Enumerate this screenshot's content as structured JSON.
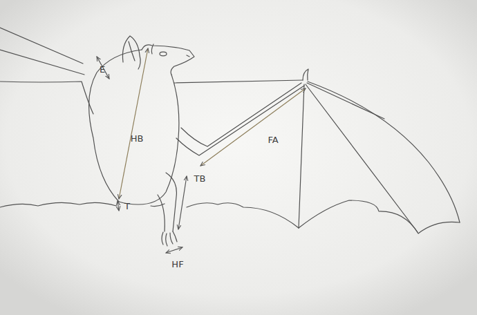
{
  "diagram": {
    "labels": [
      "E",
      "HB",
      "FA",
      "TB",
      "HF",
      "T"
    ]
  }
}
